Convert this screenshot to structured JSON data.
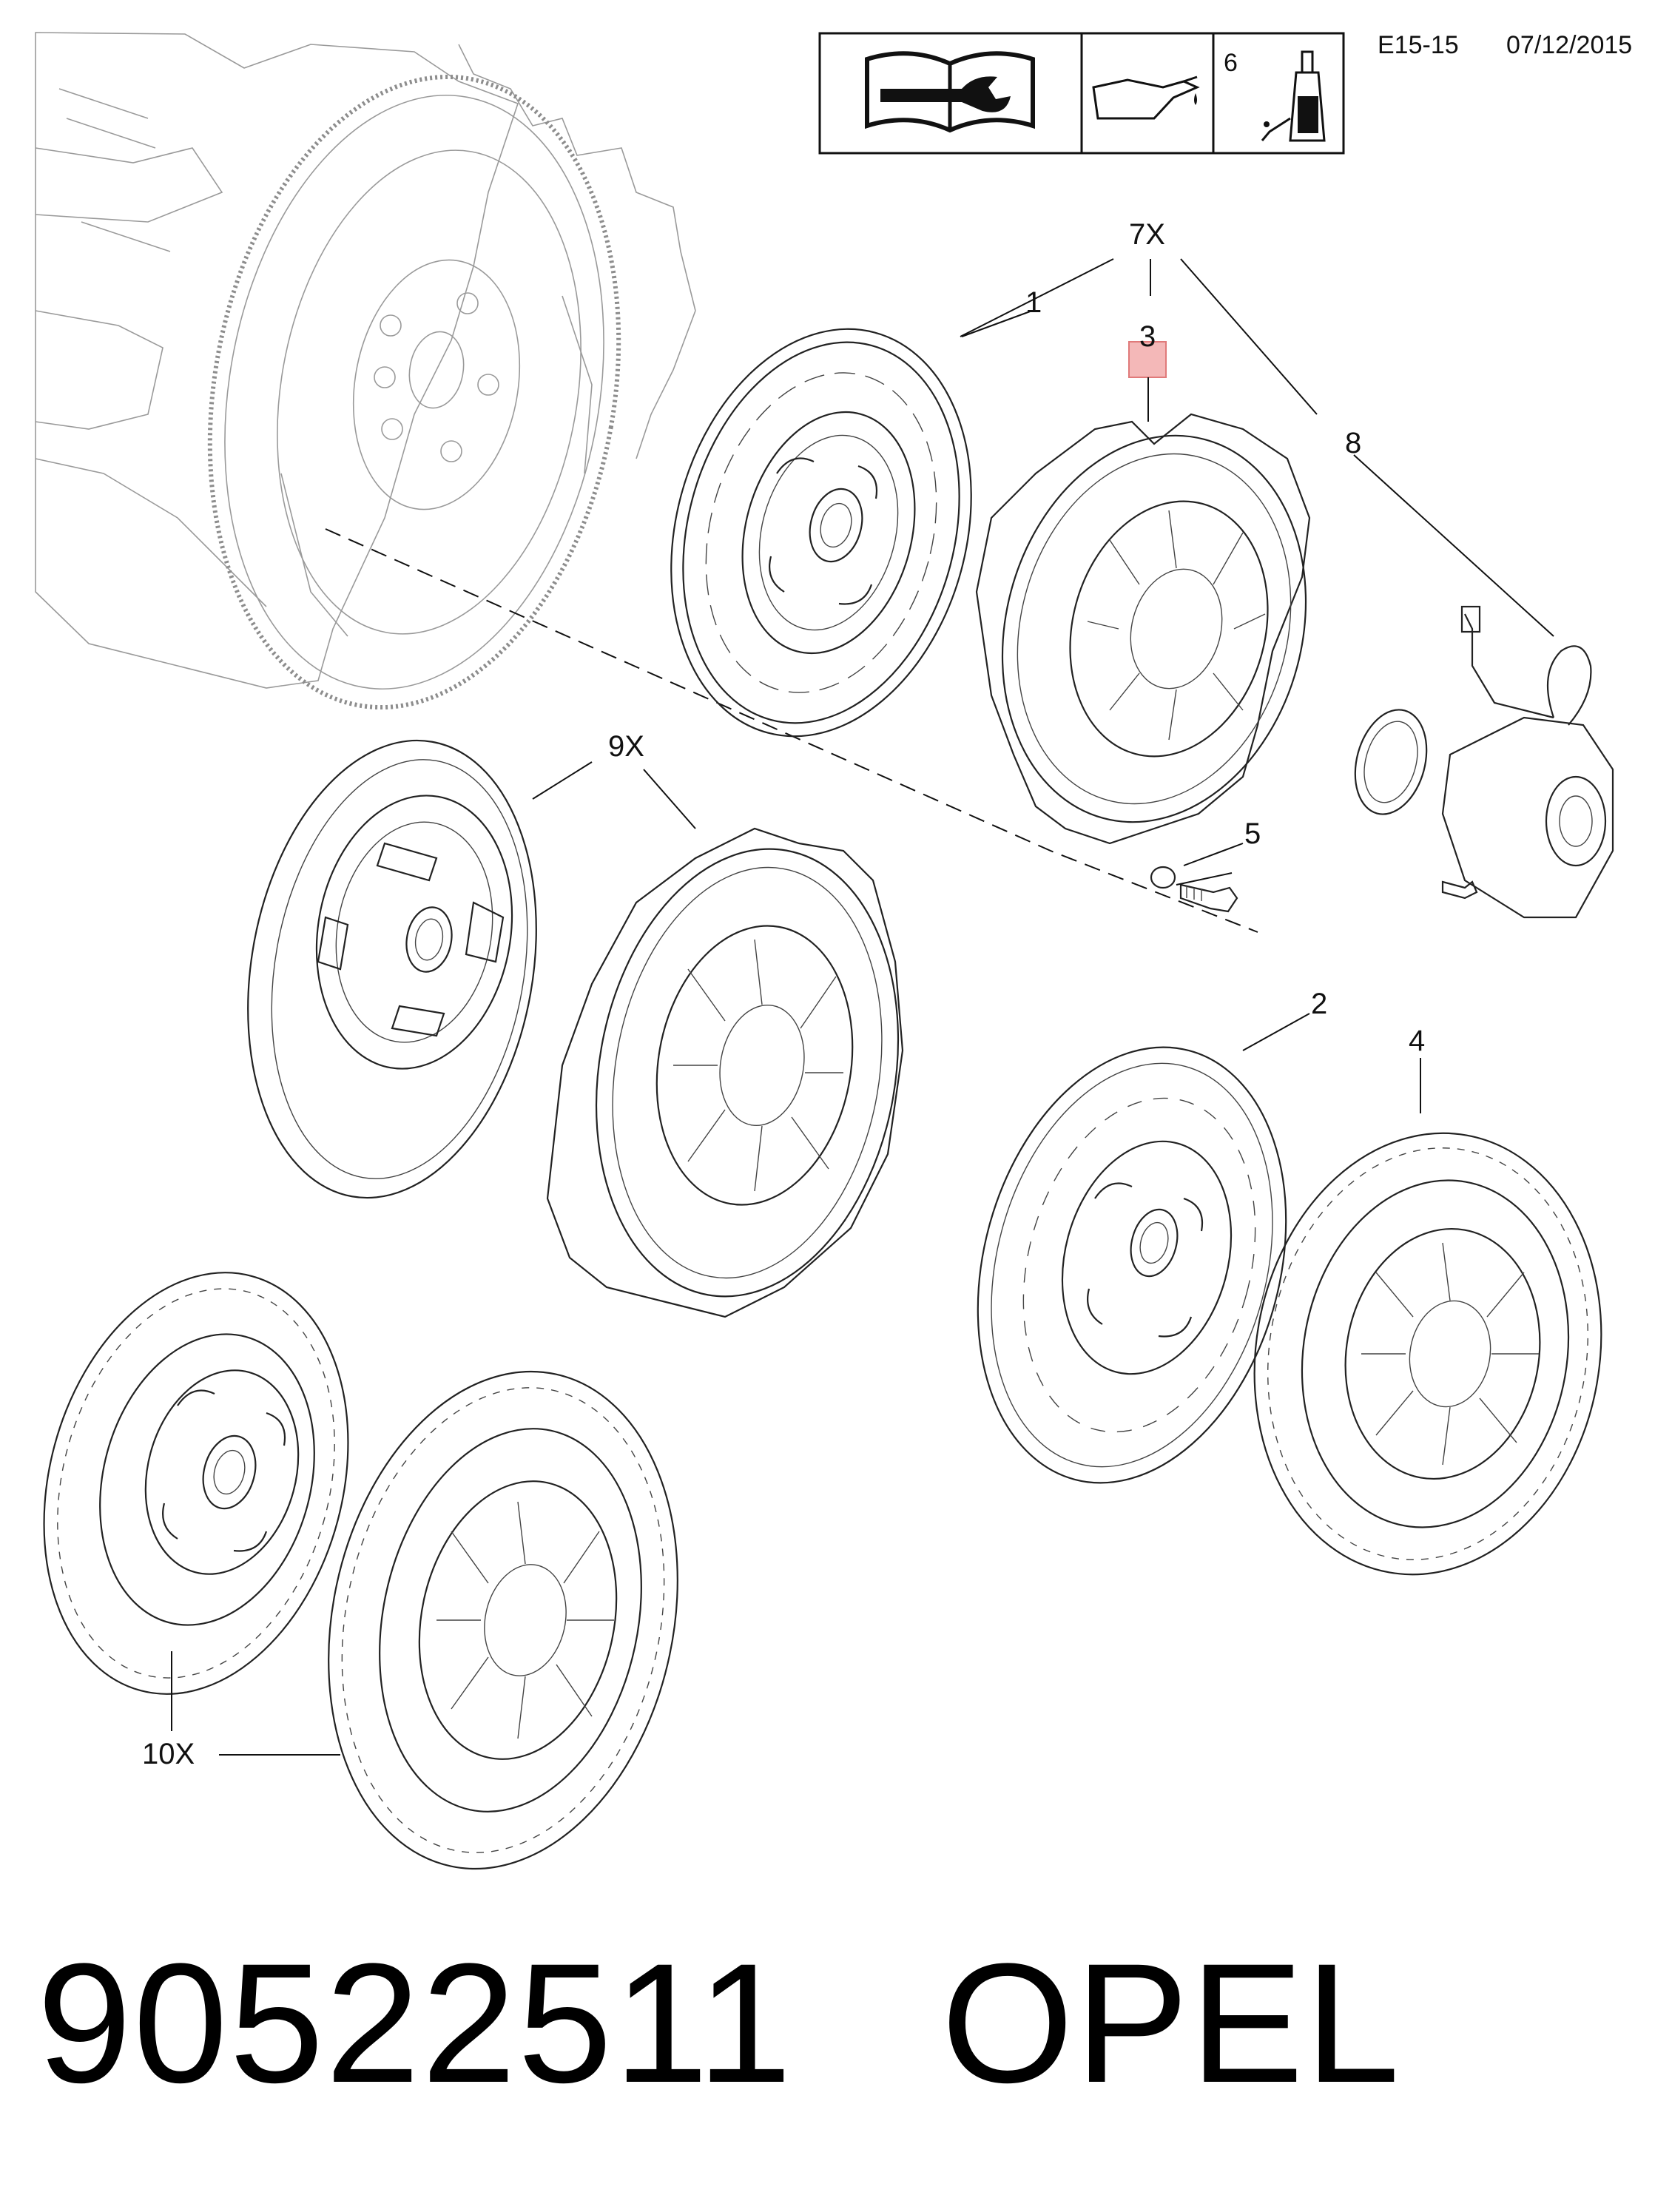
{
  "header": {
    "code": "E15-15",
    "date": "07/12/2015",
    "box_number": "6",
    "icons": [
      "manual-wrench-icon",
      "oil-can-icon",
      "fluid-bottle-icon"
    ]
  },
  "callouts": {
    "c1": "1",
    "c2": "2",
    "c3": "3",
    "c4": "4",
    "c5": "5",
    "c7x": "7X",
    "c8": "8",
    "c9x": "9X",
    "c10x": "10X"
  },
  "caption": {
    "part_number": "90522511",
    "brand": "OPEL"
  },
  "colors": {
    "highlight": "#f4b8b8",
    "highlight_border": "#e07a7a",
    "line": "#222222"
  }
}
